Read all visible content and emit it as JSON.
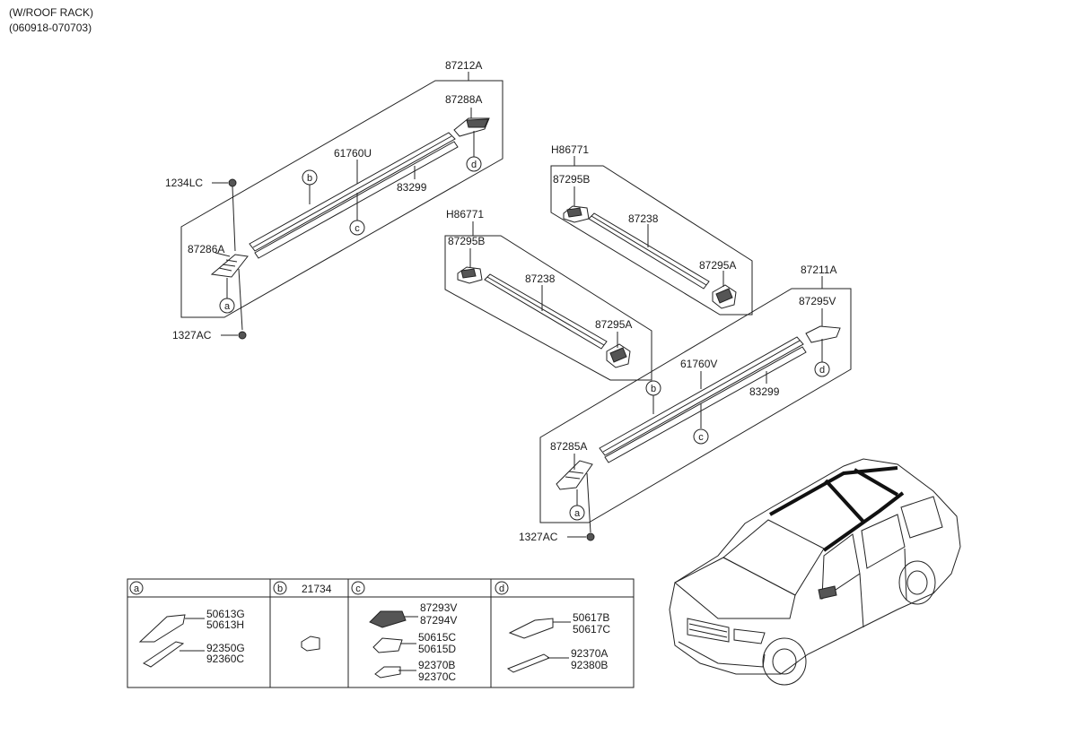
{
  "header": {
    "line1": "(W/ROOF RACK)",
    "line2": "(060918-070703)"
  },
  "left_rack": {
    "assembly": "87212A",
    "end_cap_rear": "87288A",
    "rail": "61760U",
    "strip": "83299",
    "screw": "1234LC",
    "end_cap_front": "87286A",
    "clip": "1327AC"
  },
  "cross_bar_1": {
    "assembly": "H86771",
    "bracket_left": "87295B",
    "bar": "87238",
    "bracket_right": "87295A"
  },
  "cross_bar_2": {
    "assembly": "H86771",
    "bracket_left": "87295B",
    "bar": "87238",
    "bracket_right": "87295A"
  },
  "right_rack": {
    "assembly": "87211A",
    "end_cap_rear": "87295V",
    "rail": "61760V",
    "strip": "83299",
    "end_cap_front": "87285A",
    "clip": "1327AC"
  },
  "callouts": {
    "a": "a",
    "b": "b",
    "c": "c",
    "d": "d"
  },
  "legend": {
    "a": {
      "letter": "a",
      "items": [
        [
          "50613G",
          "50613H"
        ],
        [
          "92350G",
          "92360C"
        ]
      ]
    },
    "b": {
      "letter": "b",
      "part": "21734"
    },
    "c": {
      "letter": "c",
      "items": [
        [
          "87293V",
          "87294V"
        ],
        [
          "50615C",
          "50615D"
        ],
        [
          "92370B",
          "92370C"
        ]
      ]
    },
    "d": {
      "letter": "d",
      "items": [
        [
          "50617B",
          "50617C"
        ],
        [
          "92370A",
          "92380B"
        ]
      ]
    }
  }
}
